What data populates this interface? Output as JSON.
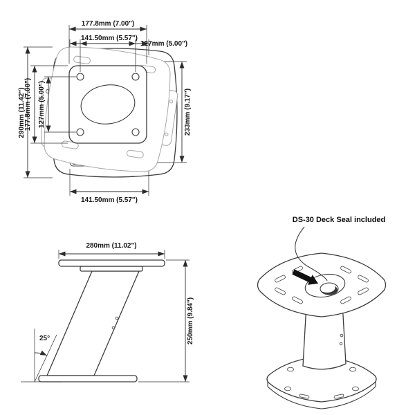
{
  "views": {
    "top_view": {
      "dim_width_top": "141.50mm (5.57\")",
      "dim_width_bottom": "141.50mm (5.57\")",
      "dim_height_left": "290mm (11.42\")",
      "dim_height_right": "233mm (9.17\")"
    },
    "bottom_view": {
      "dim_outer_width": "177.8mm (7.00\")",
      "dim_bolt_width": "127mm (5.00\")",
      "dim_bolt_height": "127mm (5.00\")",
      "dim_outer_height": "177.8mm (7.00\")"
    },
    "side_view": {
      "dim_top_width": "280mm (11.02\")",
      "angle_label": "25°",
      "dim_height": "250mm (9.84\")"
    },
    "iso_view": {
      "callout": "DS-30 Deck Seal included"
    }
  },
  "colors": {
    "line": "#3c3c3c",
    "dimension": "#2b2b2b",
    "faint": "#a6a6a6",
    "text": "#151515"
  }
}
